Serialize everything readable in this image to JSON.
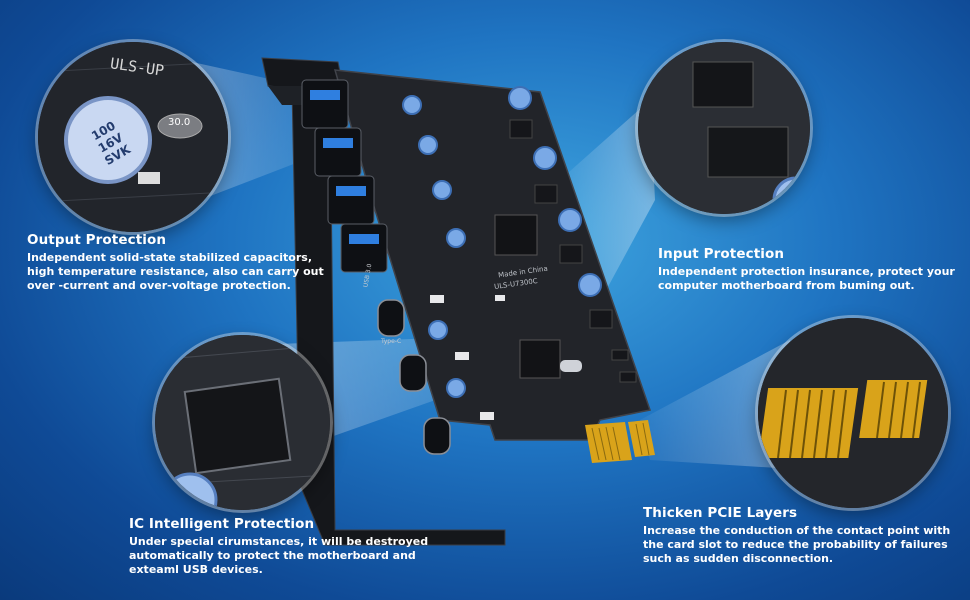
{
  "features": [
    {
      "title": "Output Protection",
      "body": "Independent solid-state stabilized capacitors, high temperature resistance, also can carry out over -current and over-voltage protection."
    },
    {
      "title": "Input Protection",
      "body": "Independent protection insurance, protect your computer motherboard from buming out."
    },
    {
      "title": "IC Intelligent Protection",
      "body": "Under special cirumstances, it will be destroyed automatically to protect the motherboard and exteaml USB devices."
    },
    {
      "title": "Thicken PCIE Layers",
      "body": "Increase the conduction of the contact point with the card slot to reduce the probability of failures such as sudden disconnection."
    }
  ],
  "product": {
    "bracket_label": "ULS-UP",
    "port_label": "USB 3.0",
    "typec_label": "Type-C",
    "board_text": "Made in China",
    "board_model": "ULS-U7300C",
    "capacitor_text": "100 16V SVK",
    "crystal_text": "30.0"
  },
  "colors": {
    "background": "#1f74c2",
    "pcb": "#222429",
    "usb_blue": "#2f7fe0",
    "gold": "#d9a31a",
    "text": "#ffffff"
  }
}
